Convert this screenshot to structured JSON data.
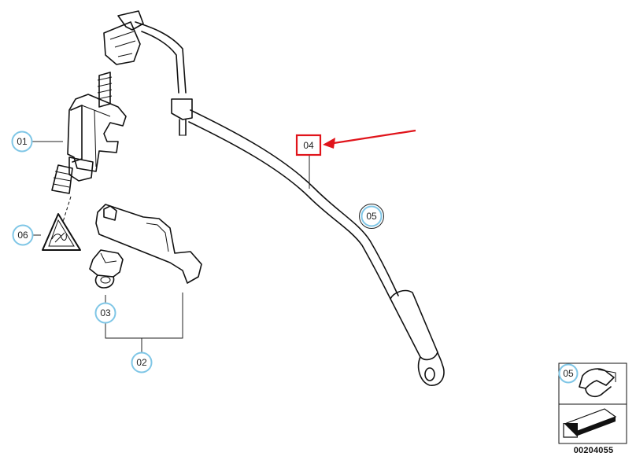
{
  "callouts": {
    "c01": "01",
    "c02": "02",
    "c03": "03",
    "c04": "04",
    "c05": "05",
    "c06": "06",
    "inset_05": "05"
  },
  "drawing_number": "00204055",
  "colors": {
    "callout_ring": "#7fc6e6",
    "highlight": "#e0141b",
    "line": "#111111"
  },
  "icons": {
    "warning": "warning-triangle-icon",
    "arrow": "direction-arrow-icon"
  }
}
